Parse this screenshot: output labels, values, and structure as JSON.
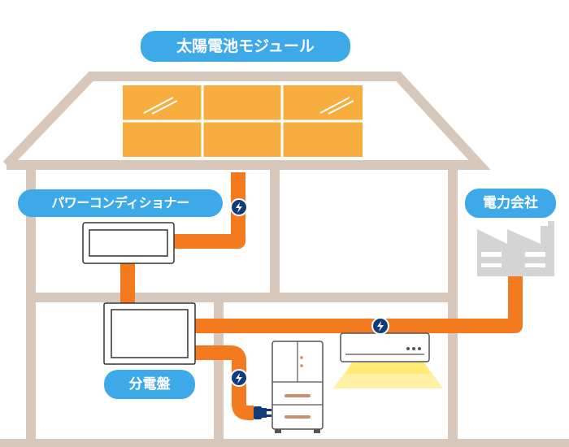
{
  "labels": {
    "solar_module": "太陽電池モジュール",
    "power_conditioner": "パワーコンディショナー",
    "power_company": "電力会社",
    "distribution_board": "分電盤"
  },
  "colors": {
    "house_frame": "#d8c7bb",
    "power_line": "#f47a20",
    "solar_panel": "#f8ae3f",
    "label_bg": "#3ea9e8",
    "flow_badge": "#123b7a",
    "factory": "#d4d4d4",
    "ac_airflow": "#ffe45a"
  },
  "icons": {
    "flow_badge": "lightning-bolt-icon",
    "plug": "plug-icon",
    "factory": "factory-icon",
    "refrigerator": "refrigerator-icon",
    "air_conditioner": "air-conditioner-icon"
  }
}
